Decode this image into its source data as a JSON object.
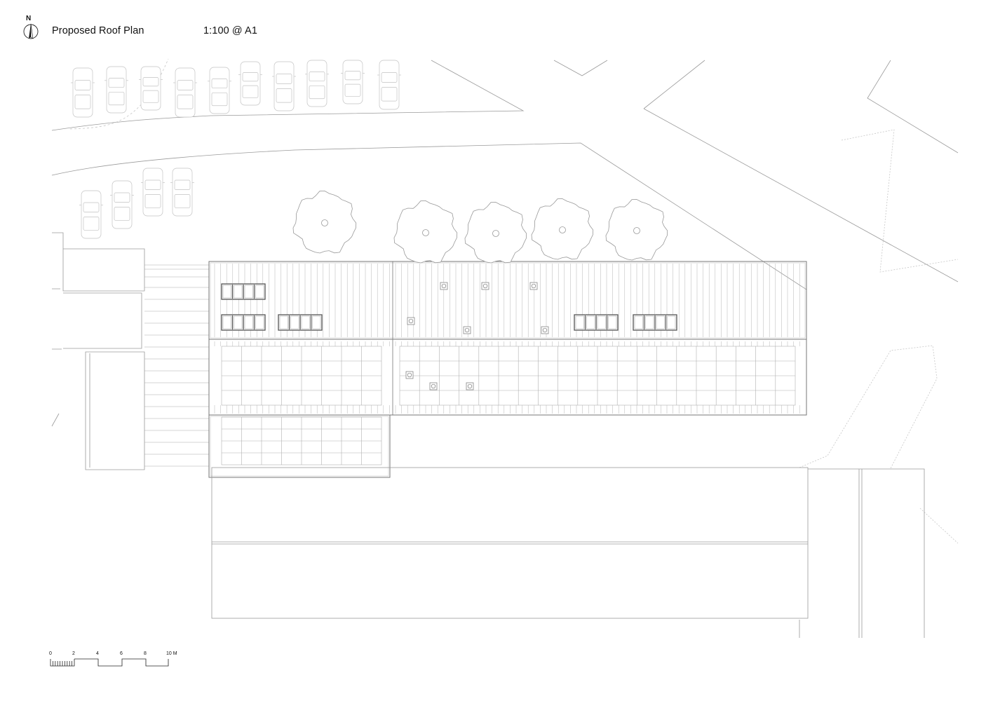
{
  "sheet": {
    "title": "Proposed Roof Plan",
    "scale": "1:100 @ A1"
  },
  "north_arrow": {
    "label": "N",
    "icon": "north-arrow-icon"
  },
  "scale_bar": {
    "ticks": [
      "0",
      "2",
      "4",
      "6",
      "8",
      "10 M"
    ]
  },
  "colors": {
    "line": "#9a9a9a",
    "line_light": "#c6c6c6",
    "line_dark": "#5a5a5a",
    "text": "#111111"
  }
}
